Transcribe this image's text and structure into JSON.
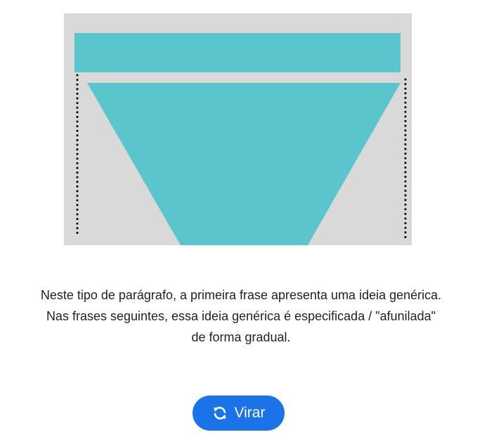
{
  "colors": {
    "panel_background": "#d9d9d9",
    "shape_fill": "#5bc5cd",
    "dotted_line": "#000000",
    "button_background": "#1a73e8",
    "button_text": "#ffffff",
    "caption_text": "#222222"
  },
  "caption": {
    "line1": "Neste tipo de parágrafo, a primeira frase apresenta uma ideia genérica.",
    "line2": "Nas frases seguintes, essa ideia genérica é especificada / \"afunilada\"",
    "line3": "de forma gradual."
  },
  "flip_button": {
    "label": "Virar",
    "icon": "refresh-icon"
  }
}
